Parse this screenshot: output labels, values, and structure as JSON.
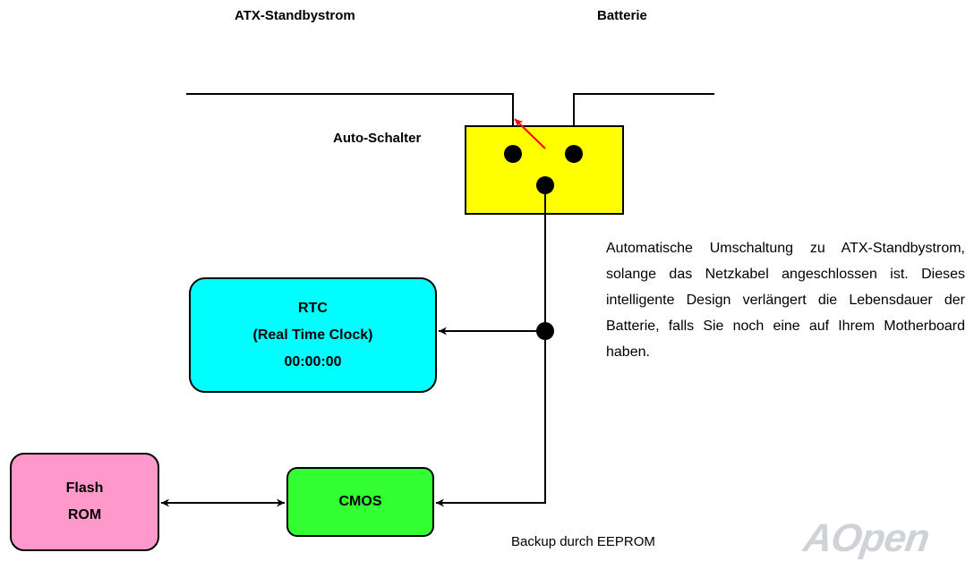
{
  "diagram": {
    "labels": {
      "atx_standby": "ATX-Standbystrom",
      "battery": "Batterie",
      "auto_switch": "Auto-Schalter"
    },
    "rtc": {
      "line1": "RTC",
      "line2": "(Real Time Clock)",
      "line3": "00:00:00"
    },
    "cmos": {
      "label": "CMOS"
    },
    "flash_rom": {
      "line1": "Flash",
      "line2": "ROM"
    },
    "description": "Automatische Umschaltung zu ATX-Standbystrom, solange das Netzkabel angeschlossen ist. Dieses intelligente Design verlängert die Lebensdauer der Batterie, falls Sie noch eine auf Ihrem Motherboard haben.",
    "backup_note": "Backup durch EEPROM",
    "logo_text": "AOpen",
    "colors": {
      "switch_fill": "#ffff00",
      "rtc_fill": "#00ffff",
      "cmos_fill": "#33ff33",
      "flash_fill": "#ff99cc",
      "switch_arrow": "#ff0000",
      "logo": "#cfd3d8"
    }
  }
}
